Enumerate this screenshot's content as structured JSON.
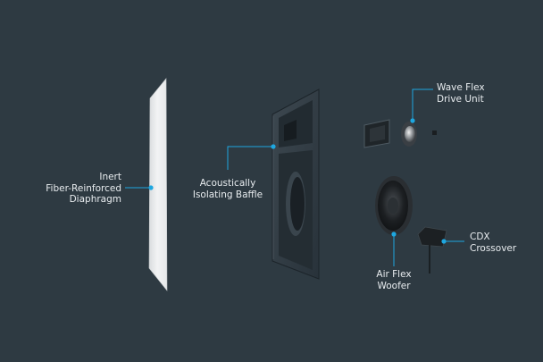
{
  "background": "#2e3a42",
  "accent": "#1ea7e0",
  "callouts": [
    {
      "id": "diaphragm",
      "text": "Inert\nFiber-Reinforced\nDiaphragm"
    },
    {
      "id": "baffle",
      "text": "Acoustically\nIsolating Baffle"
    },
    {
      "id": "wave",
      "text": "Wave Flex\nDrive Unit"
    },
    {
      "id": "woofer",
      "text": "Air Flex\nWoofer"
    },
    {
      "id": "crossover",
      "text": "CDX\nCrossover"
    }
  ]
}
